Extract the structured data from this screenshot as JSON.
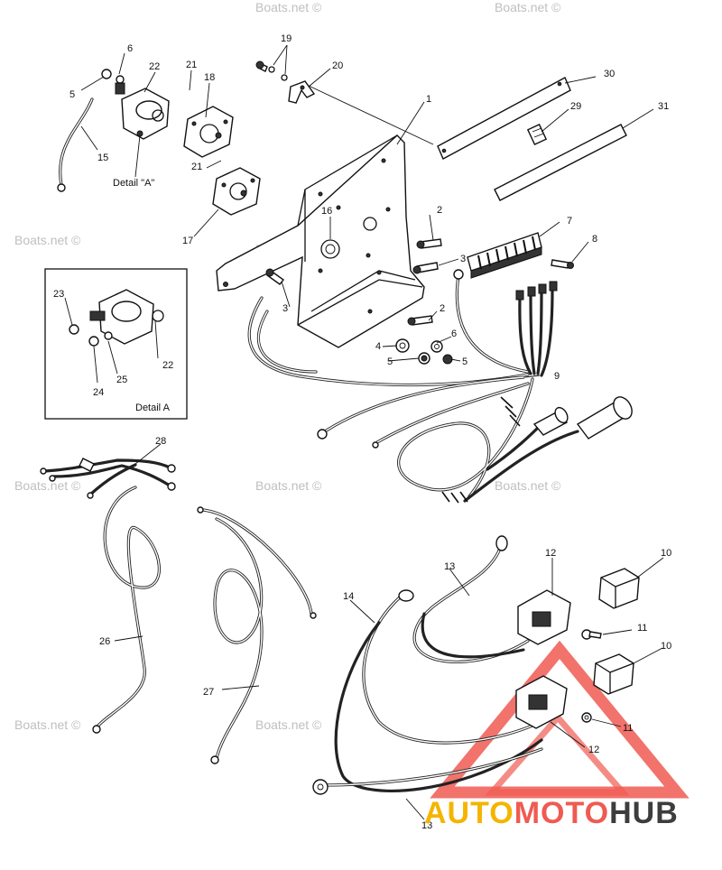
{
  "watermark": "Boats.net ©",
  "detail_a_label": "Detail \"A\"",
  "detail_a_box_label": "Detail A",
  "logo": {
    "part1": "AUTO",
    "part2": "MOTO",
    "part3": "HUB"
  },
  "callouts": {
    "c1": "1",
    "c2a": "2",
    "c2b": "2",
    "c3a": "3",
    "c3b": "3",
    "c4": "4",
    "c5a": "5",
    "c5b": "5",
    "c5c": "5",
    "c6a": "6",
    "c6b": "6",
    "c7": "7",
    "c8": "8",
    "c9": "9",
    "c10a": "10",
    "c10b": "10",
    "c11a": "11",
    "c11b": "11",
    "c12a": "12",
    "c12b": "12",
    "c13a": "13",
    "c13b": "13",
    "c14": "14",
    "c15": "15",
    "c16": "16",
    "c17": "17",
    "c18": "18",
    "c19": "19",
    "c20": "20",
    "c21a": "21",
    "c21b": "21",
    "c22a": "22",
    "c22b": "22",
    "c23": "23",
    "c24": "24",
    "c25": "25",
    "c26": "26",
    "c27": "27",
    "c28": "28",
    "c29": "29",
    "c30": "30",
    "c31": "31"
  },
  "colors": {
    "line": "#111111",
    "logo_yellow": "#f5b400",
    "logo_red": "#ef5b52",
    "logo_gray": "#3d3d3d",
    "watermark": "#bfbfbf"
  }
}
